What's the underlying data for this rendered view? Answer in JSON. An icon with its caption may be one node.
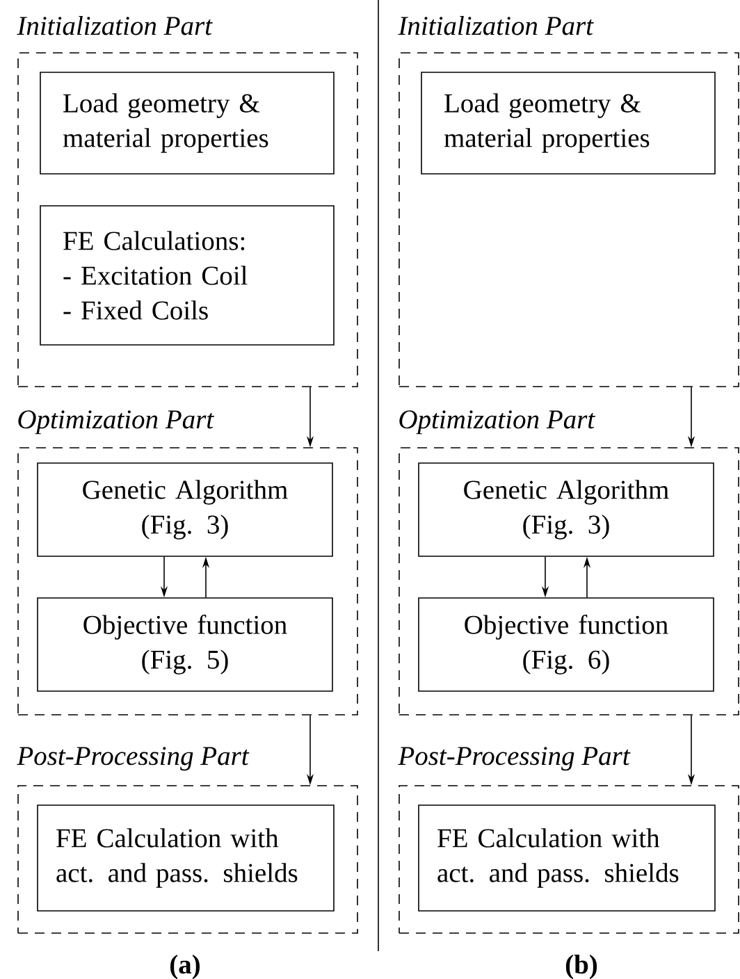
{
  "diagram": {
    "nodes": [
      {
        "text": [
          "Initialization Part"
        ]
      },
      {
        "text": [
          "Load geometry & material properties"
        ],
        "in": 0
      },
      {
        "text": [
          "FE Calculations:",
          "- Excitation Coil",
          "- Fixed Coils"
        ],
        "in": 0
      },
      {
        "text": [
          "Optimization Part"
        ]
      },
      {
        "text": [
          "Genetic Algorithm",
          "(Fig. 3)"
        ],
        "in": 3
      },
      {
        "text": [
          "Objective function",
          "(Fig. 5)"
        ],
        "in": 3
      },
      {
        "text": [
          "Post-Processing Part"
        ]
      },
      {
        "text": [
          "FE Calculation with act. and pass. shields"
        ],
        "in": 6
      },
      {
        "text": [
          "Initialization Part"
        ]
      },
      {
        "text": [
          "Load geometry & material properties"
        ],
        "in": 8
      },
      {
        "text": [
          "Optimization Part"
        ]
      },
      {
        "text": [
          "Genetic Algorithm",
          "(Fig. 3)"
        ],
        "in": 10
      },
      {
        "text": [
          "Objective function",
          "(Fig. 6)"
        ],
        "in": 10
      },
      {
        "text": [
          "Post-Processing Part"
        ]
      },
      {
        "text": [
          "FE Calculation with act. and pass. shields"
        ],
        "in": 13
      }
    ],
    "edges": [
      {
        "from": 0,
        "to": 3,
        "arrow": "to"
      },
      {
        "from": 4,
        "to": 5,
        "arrow": "to"
      },
      {
        "from": 5,
        "to": 4,
        "arrow": "to"
      },
      {
        "from": 3,
        "to": 6,
        "arrow": "to"
      },
      {
        "from": 8,
        "to": 10,
        "arrow": "to"
      },
      {
        "from": 11,
        "to": 12,
        "arrow": "to"
      },
      {
        "from": 12,
        "to": 11,
        "arrow": "to"
      },
      {
        "from": 10,
        "to": 13,
        "arrow": "to"
      }
    ],
    "labels": [
      "(a)",
      "(b)"
    ]
  }
}
